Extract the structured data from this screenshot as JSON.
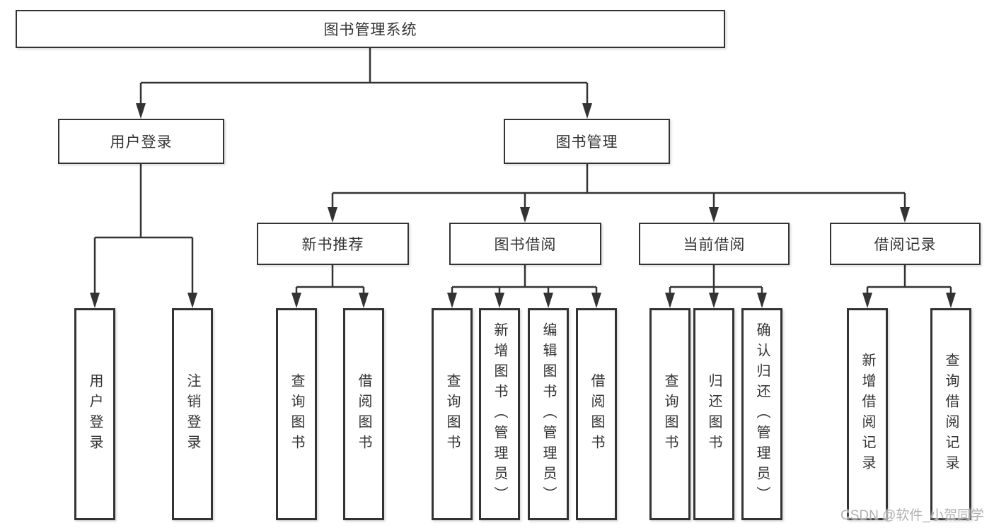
{
  "diagram": {
    "title": "图书管理系统",
    "watermark": "CSDN @软件_小贺同学",
    "colors": {
      "line": "#333333",
      "box_border": "#333333",
      "box_fill": "#ffffff",
      "text": "#333333",
      "background": "#ffffff",
      "watermark_text": "#acacac"
    },
    "nodes": {
      "root": {
        "label": "图书管理系统"
      },
      "user_login": {
        "label": "用户登录"
      },
      "book_mgmt": {
        "label": "图书管理"
      },
      "new_book_rec": {
        "label": "新书推荐"
      },
      "book_borrow": {
        "label": "图书借阅"
      },
      "current_borrow": {
        "label": "当前借阅"
      },
      "borrow_records": {
        "label": "借阅记录"
      },
      "leaf_user_login": {
        "label": "用户登录"
      },
      "leaf_logout": {
        "label": "注销登录"
      },
      "leaf_nbr_search": {
        "label": "查询图书"
      },
      "leaf_nbr_borrow": {
        "label": "借阅图书"
      },
      "leaf_bb_search": {
        "label": "查询图书"
      },
      "leaf_bb_add": {
        "label": "新增图书（管理员）"
      },
      "leaf_bb_edit": {
        "label": "编辑图书（管理员）"
      },
      "leaf_bb_borrow": {
        "label": "借阅图书"
      },
      "leaf_cb_search": {
        "label": "查询图书"
      },
      "leaf_cb_return": {
        "label": "归还图书"
      },
      "leaf_cb_confirm": {
        "label": "确认归还（管理员）"
      },
      "leaf_br_add": {
        "label": "新增借阅记录"
      },
      "leaf_br_search": {
        "label": "查询借阅记录"
      }
    },
    "hierarchy": [
      {
        "parent": "图书管理系统",
        "children": [
          "用户登录",
          "图书管理"
        ]
      },
      {
        "parent": "用户登录",
        "children": [
          "用户登录",
          "注销登录"
        ]
      },
      {
        "parent": "图书管理",
        "children": [
          "新书推荐",
          "图书借阅",
          "当前借阅",
          "借阅记录"
        ]
      },
      {
        "parent": "新书推荐",
        "children": [
          "查询图书",
          "借阅图书"
        ]
      },
      {
        "parent": "图书借阅",
        "children": [
          "查询图书",
          "新增图书（管理员）",
          "编辑图书（管理员）",
          "借阅图书"
        ]
      },
      {
        "parent": "当前借阅",
        "children": [
          "查询图书",
          "归还图书",
          "确认归还（管理员）"
        ]
      },
      {
        "parent": "借阅记录",
        "children": [
          "新增借阅记录",
          "查询借阅记录"
        ]
      }
    ]
  }
}
